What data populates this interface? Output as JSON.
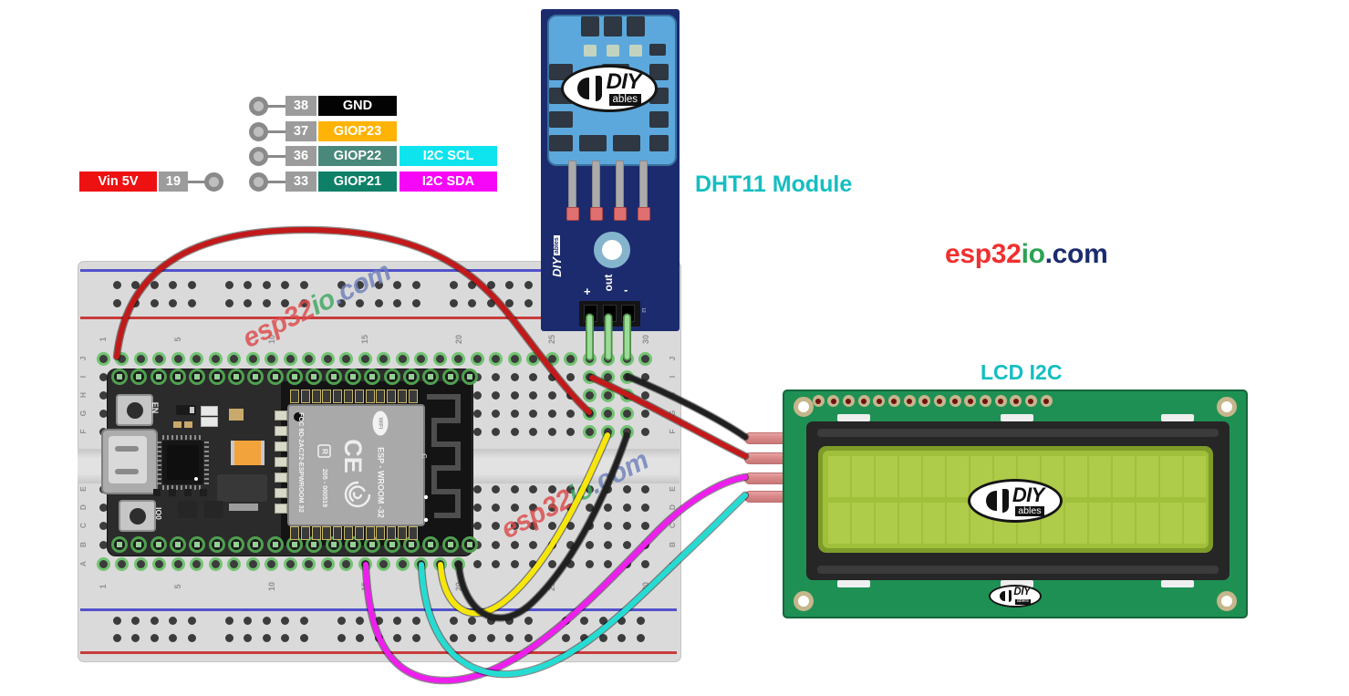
{
  "pin_diagram": {
    "rows": [
      {
        "pin": "38",
        "label": "GND",
        "label_bg": "#030303"
      },
      {
        "pin": "37",
        "label": "GIOP23",
        "label_bg": "#FFB304"
      },
      {
        "pin": "36",
        "label": "GIOP22",
        "label_bg": "#48897B",
        "i2c": "I2C SCL",
        "i2c_bg": "#0EE4EE"
      },
      {
        "pin": "33",
        "label": "GIOP21",
        "label_bg": "#0F8068",
        "i2c": "I2C SDA",
        "i2c_bg": "#F707F7"
      }
    ],
    "pin_bg": "#9C9C9C",
    "vin": {
      "label": "Vin 5V",
      "bg": "#EE1111",
      "pin": "19"
    }
  },
  "titles": {
    "dht11": "DHT11 Module",
    "lcd": "LCD I2C",
    "color": "#14BEC2"
  },
  "brand": {
    "part1": "esp32",
    "part2": "io",
    "part3": ".com",
    "c1": "#F03030",
    "c2": "#2BA352",
    "c3": "#1B2B6E"
  },
  "watermark": {
    "part1": "esp32",
    "part2": "io",
    "part3": ".com",
    "c1": "#DD4B4B",
    "c2": "#3FA75F",
    "c3": "#6F81BA"
  },
  "esp32": {
    "en": "EN",
    "boot": "IO0",
    "fcc": "FCC 9D-2AC72-ESPWROOM 32",
    "reg_mark": "R",
    "serial": "205 - 000519",
    "module": "ESP - WROOM -32",
    "wifi": "WiFi",
    "ant_label": "C"
  },
  "dht11": {
    "pin_plus": "+",
    "pin_out": "out",
    "pin_minus": "-",
    "header_tag": "12"
  },
  "diy": {
    "main": "DIY",
    "sub": "ables"
  },
  "breadboard": {
    "row_letters_top": [
      "J",
      "I",
      "H",
      "G",
      "F"
    ],
    "row_letters_bottom": [
      "E",
      "D",
      "C",
      "B",
      "A"
    ],
    "column_numbers": [
      "1",
      "5",
      "10",
      "15",
      "20",
      "25",
      "30"
    ]
  },
  "wires": {
    "red": "#C21A1A",
    "black": "#202020",
    "yellow": "#F6E60A",
    "magenta": "#EE1FEE",
    "cyan": "#25DCD3",
    "green_pin": "#9ADB97",
    "green_pin_edge": "#4E8C46"
  }
}
